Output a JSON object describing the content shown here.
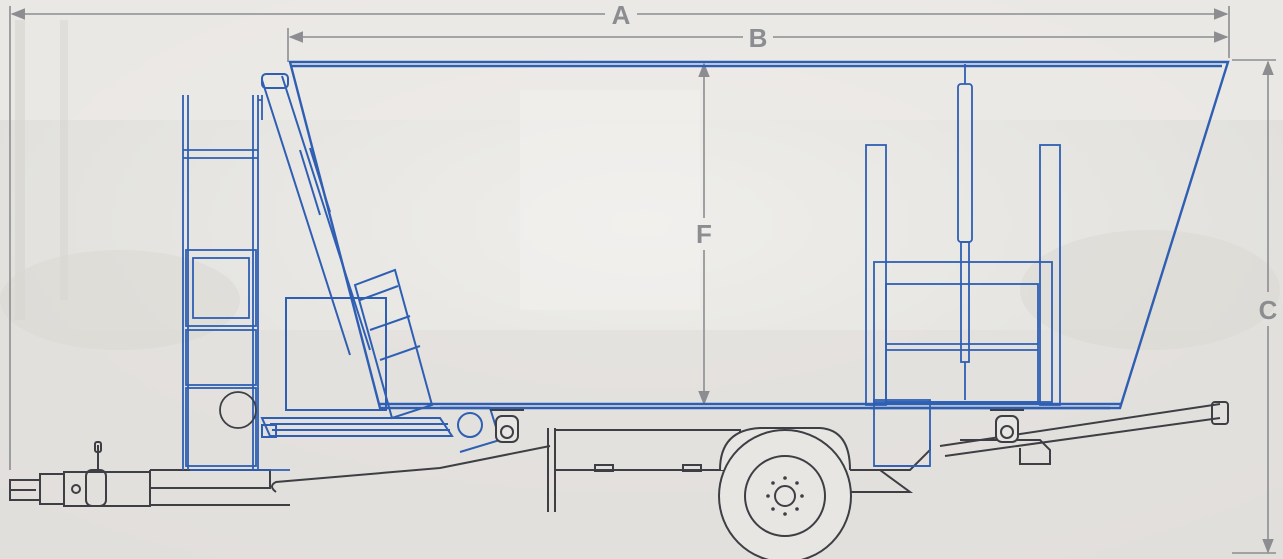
{
  "diagram": {
    "dimension_labels": {
      "a": "A",
      "b": "B",
      "c": "C",
      "f": "F"
    },
    "colors": {
      "background": "#e7e6e3",
      "tub_outline": "#2f5fb3",
      "frame_outline": "#3d3f45",
      "dimension_lines": "#8b8d90"
    },
    "icons": {
      "wheel": "wheel-icon",
      "hitch": "hitch-icon",
      "ladder": "ladder-icon",
      "auger": "auger-icon"
    }
  }
}
